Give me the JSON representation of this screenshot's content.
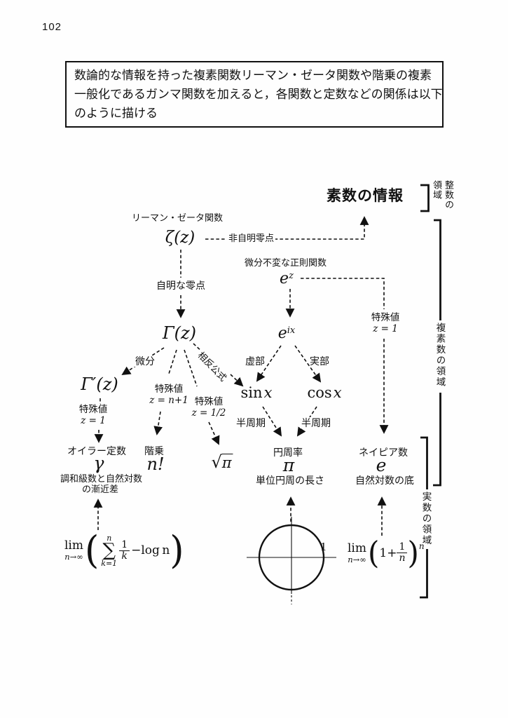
{
  "page": {
    "number": "102"
  },
  "intro_box": {
    "lines": [
      "数論的な情報を持った複素関数リーマン・ゼータ関数や階乗の複素",
      "一般化であるガンマ関数を加えると，各関数と定数などの関係は以下",
      "のように描ける"
    ]
  },
  "diagram": {
    "prime_info": "素数の情報",
    "zeta": {
      "label": "リーマン・ゼータ関数",
      "symbol": "ζ(z)"
    },
    "nontrivial_zeros": "非自明零点",
    "trivial_zeros": "自明な零点",
    "exp": {
      "label": "微分不変な正則関数",
      "base": "e",
      "sup": "z"
    },
    "eix": {
      "base": "e",
      "sup": "ix"
    },
    "special_right": {
      "line1": "特殊値",
      "line2": "z = 1"
    },
    "gamma_fn": {
      "symbol": "Γ(z)"
    },
    "derivative": "微分",
    "reflection": "相反公式",
    "imag_part": "虚部",
    "real_part": "実部",
    "gamma_prime": {
      "symbol": "Γ′(z)"
    },
    "special_left": {
      "line1": "特殊値",
      "line2": "z = 1"
    },
    "special_n1": {
      "line1": "特殊値",
      "line2": "z = n+1"
    },
    "special_half": {
      "line1": "特殊値",
      "line2": "z = 1/2"
    },
    "sin": {
      "fn": "sin",
      "arg": "x"
    },
    "cos": {
      "fn": "cos",
      "arg": "x"
    },
    "half_period_left": "半周期",
    "half_period_right": "半周期",
    "euler": {
      "label": "オイラー定数",
      "symbol": "γ",
      "desc1": "調和級数と自然対数",
      "desc2": "の漸近差"
    },
    "factorial": {
      "label": "階乗",
      "symbol": "n!"
    },
    "sqrt_pi": {
      "radical": "√",
      "arg": "π"
    },
    "pi": {
      "label": "円周率",
      "symbol": "π",
      "desc": "単位円周の長さ"
    },
    "napier": {
      "label": "ネイピア数",
      "symbol": "e",
      "desc": "自然対数の底"
    },
    "unit_one": "1",
    "lim_left": {
      "lim": "lim",
      "sub": "n→∞",
      "sigma_top": "n",
      "sigma": "∑",
      "sigma_bot": "k=1",
      "num": "1",
      "den": "k",
      "minus": "−",
      "log": "log",
      "arg": "n"
    },
    "lim_right": {
      "lim": "lim",
      "sub": "n→∞",
      "one_plus": "1+",
      "num": "1",
      "den": "n",
      "sup": "n"
    },
    "regions": {
      "integer_col1": "整数の",
      "integer_col2": "領域",
      "complex": "複素数の領域",
      "real": "実数の領域"
    }
  }
}
